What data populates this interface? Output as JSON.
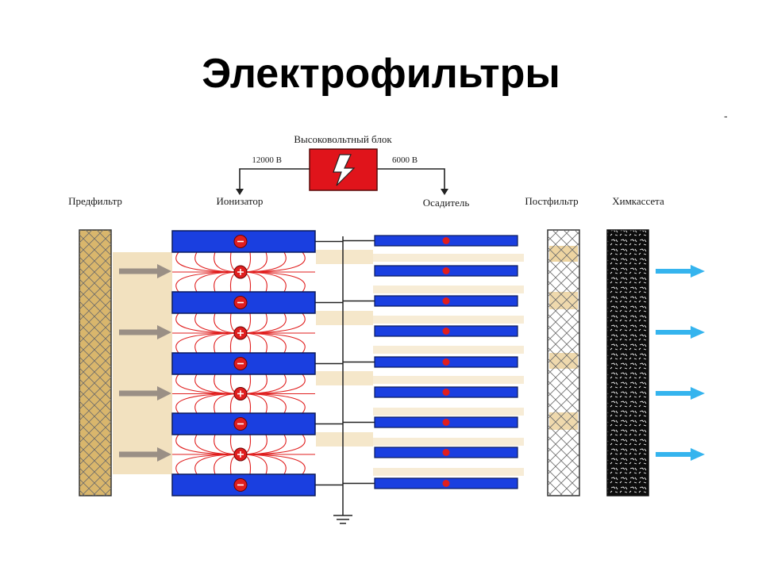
{
  "slide": {
    "title": "Электрофильтры",
    "corner_mark": "-"
  },
  "diagram": {
    "power_unit": {
      "label": "Высоковольтный блок",
      "left_voltage": "12000 В",
      "right_voltage": "6000 В",
      "icon": "lightning-bolt-icon",
      "color": "#e0141b"
    },
    "stages": {
      "prefilter": "Предфильтр",
      "ionizer": "Ионизатор",
      "collector": "Осадитель",
      "postfilter": "Постфильтр",
      "chem_cassette": "Химкассета"
    },
    "plate_symbols": {
      "negative": "⊖",
      "positive": "⊕"
    },
    "colors": {
      "plate_blue": "#1a3fe0",
      "field_line_red": "#e01e1e",
      "dust_tan": "#e8c98a",
      "prefilter_fill": "#d9b66c",
      "inflow_arrow": "#9a8f85",
      "outflow_arrow": "#35b4ee",
      "chem_cassette": "#0d0d0d"
    }
  }
}
